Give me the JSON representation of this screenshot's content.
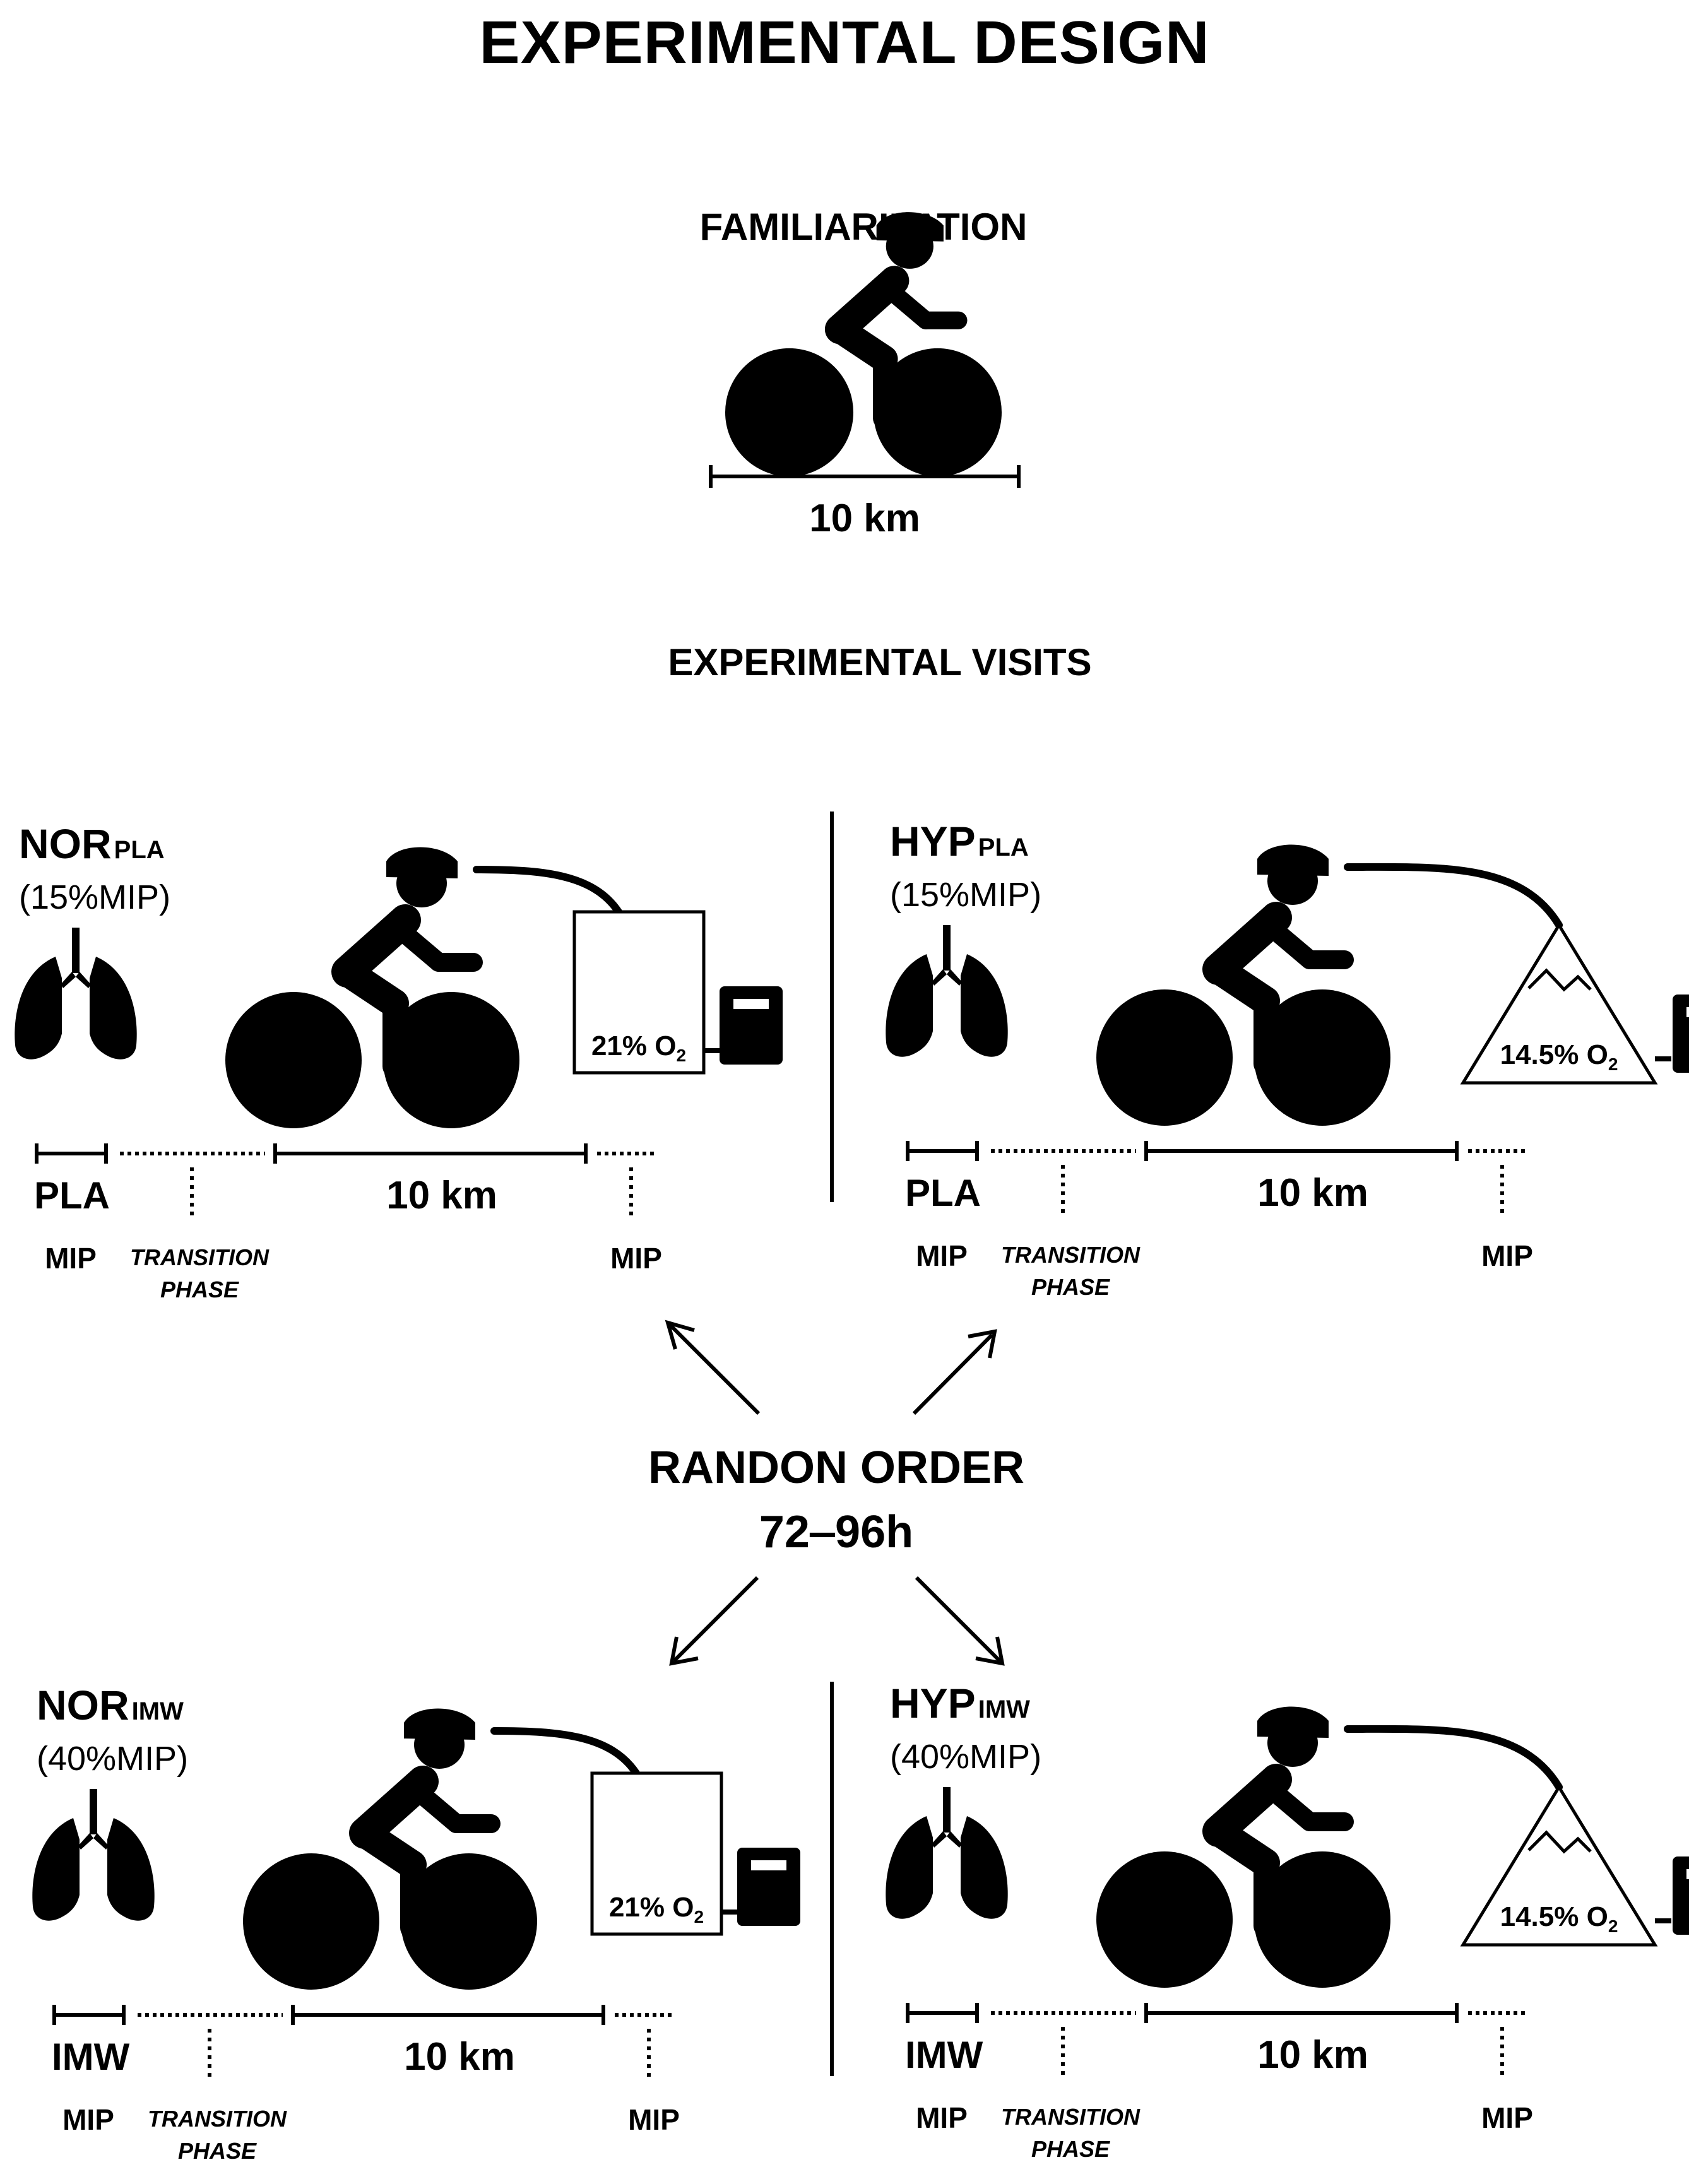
{
  "title": "EXPERIMENTAL DESIGN",
  "familiarization": {
    "heading": "FAMILIARIZATION",
    "distance": "10 km"
  },
  "experimental_visits_heading": "EXPERIMENTAL VISITS",
  "random_order": {
    "line1": "RANDON ORDER",
    "line2": "72‒96h"
  },
  "panels": [
    {
      "id": "nor-pla",
      "condition": "NOR",
      "condition_sub": "PLA",
      "intensity": "(15%MIP)",
      "oxygen_main": "21% O",
      "oxygen_sub": "2",
      "environment": "normoxia",
      "timeline": {
        "phase_label": "PLA",
        "distance": "10 km",
        "mip_pre": "MIP",
        "transition_line1": "TRANSITION",
        "transition_line2": "PHASE",
        "mip_post": "MIP"
      }
    },
    {
      "id": "hyp-pla",
      "condition": "HYP",
      "condition_sub": "PLA",
      "intensity": "(15%MIP)",
      "oxygen_main": "14.5% O",
      "oxygen_sub": "2",
      "environment": "hypoxia",
      "timeline": {
        "phase_label": "PLA",
        "distance": "10 km",
        "mip_pre": "MIP",
        "transition_line1": "TRANSITION",
        "transition_line2": "PHASE",
        "mip_post": "MIP"
      }
    },
    {
      "id": "nor-imw",
      "condition": "NOR",
      "condition_sub": "IMW",
      "intensity": "(40%MIP)",
      "oxygen_main": "21% O",
      "oxygen_sub": "2",
      "environment": "normoxia",
      "timeline": {
        "phase_label": "IMW",
        "distance": "10 km",
        "mip_pre": "MIP",
        "transition_line1": "TRANSITION",
        "transition_line2": "PHASE",
        "mip_post": "MIP"
      }
    },
    {
      "id": "hyp-imw",
      "condition": "HYP",
      "condition_sub": "IMW",
      "intensity": "(40%MIP)",
      "oxygen_main": "14.5% O",
      "oxygen_sub": "2",
      "environment": "hypoxia",
      "timeline": {
        "phase_label": "IMW",
        "distance": "10 km",
        "mip_pre": "MIP",
        "transition_line1": "TRANSITION",
        "transition_line2": "PHASE",
        "mip_post": "MIP"
      }
    }
  ],
  "icons": {
    "cyclist": "cyclist-icon",
    "lungs": "lungs-icon",
    "chamber": "box-icon",
    "mountain": "mountain-icon",
    "generator": "generator-icon"
  }
}
